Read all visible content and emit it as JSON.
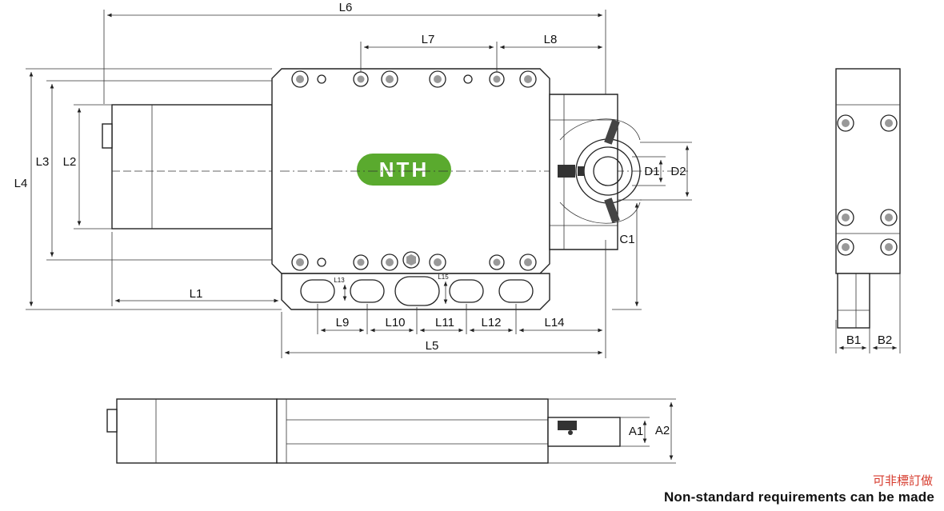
{
  "logo": {
    "text": "NTH",
    "color": "#5aaa2e"
  },
  "dimensions": {
    "L1": "L1",
    "L2": "L2",
    "L3": "L3",
    "L4": "L4",
    "L5": "L5",
    "L6": "L6",
    "L7": "L7",
    "L8": "L8",
    "L9": "L9",
    "L10": "L10",
    "L11": "L11",
    "L12": "L12",
    "L13": "L13",
    "L14": "L14",
    "L15": "L15",
    "D1": "D1",
    "D2": "D2",
    "C1": "C1",
    "B1": "B1",
    "B2": "B2",
    "A1": "A1",
    "A2": "A2"
  },
  "notes": {
    "chinese": "可非標訂做",
    "english": "Non-standard requirements can be made"
  },
  "colors": {
    "accent": "#5aaa2e",
    "note_red": "#d63a2c",
    "ink": "#222222"
  }
}
